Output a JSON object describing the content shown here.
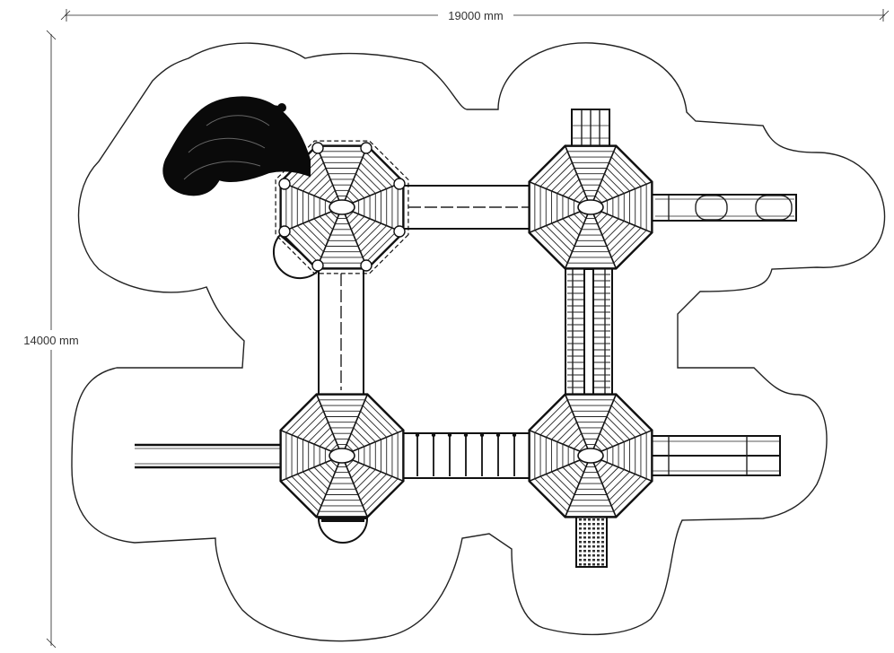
{
  "dimensions": {
    "width_label": "19000 mm",
    "height_label": "14000 mm"
  },
  "colors": {
    "line": "#111111",
    "dimension": "#555555",
    "background": "#ffffff"
  },
  "components": [
    {
      "id": "tower-top-left",
      "kind": "octagonal-tower",
      "label": ""
    },
    {
      "id": "tower-top-right",
      "kind": "octagonal-tower",
      "label": ""
    },
    {
      "id": "tower-bottom-left",
      "kind": "octagonal-tower",
      "label": ""
    },
    {
      "id": "tower-bottom-right",
      "kind": "octagonal-tower",
      "label": ""
    },
    {
      "id": "spiral-tube-slide",
      "kind": "slide",
      "label": ""
    },
    {
      "id": "bridge-top",
      "kind": "bridge",
      "label": ""
    },
    {
      "id": "bridge-left",
      "kind": "bridge",
      "label": ""
    },
    {
      "id": "bridge-bottom",
      "kind": "bridge",
      "label": ""
    },
    {
      "id": "ladder-bridge-right",
      "kind": "bridge",
      "label": ""
    },
    {
      "id": "straight-slide-left",
      "kind": "slide",
      "label": ""
    },
    {
      "id": "straight-slide-right",
      "kind": "slide",
      "label": ""
    },
    {
      "id": "tube-slide-right",
      "kind": "slide",
      "label": ""
    },
    {
      "id": "ladder-top",
      "kind": "ladder",
      "label": ""
    },
    {
      "id": "climbing-net-bottom",
      "kind": "climber",
      "label": ""
    }
  ]
}
